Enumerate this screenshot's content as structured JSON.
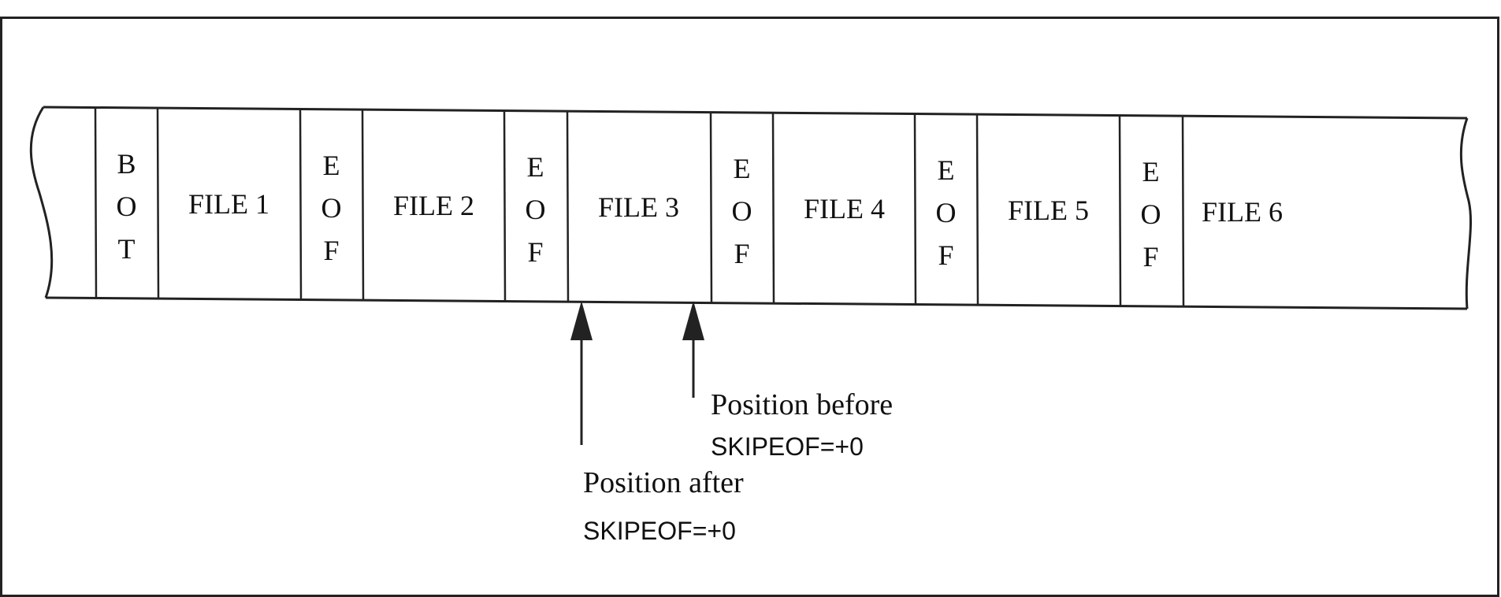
{
  "tape": {
    "cells": [
      {
        "kind": "mark",
        "lines": [
          "B",
          "O",
          "T"
        ]
      },
      {
        "kind": "file",
        "label": "FILE 1"
      },
      {
        "kind": "mark",
        "lines": [
          "E",
          "O",
          "F"
        ]
      },
      {
        "kind": "file",
        "label": "FILE 2"
      },
      {
        "kind": "mark",
        "lines": [
          "E",
          "O",
          "F"
        ]
      },
      {
        "kind": "file",
        "label": "FILE 3"
      },
      {
        "kind": "mark",
        "lines": [
          "E",
          "O",
          "F"
        ]
      },
      {
        "kind": "file",
        "label": "FILE 4"
      },
      {
        "kind": "mark",
        "lines": [
          "E",
          "O",
          "F"
        ]
      },
      {
        "kind": "file",
        "label": "FILE 5"
      },
      {
        "kind": "mark",
        "lines": [
          "E",
          "O",
          "F"
        ]
      },
      {
        "kind": "file",
        "label": "FILE 6"
      }
    ]
  },
  "annotations": {
    "before": {
      "line1": "Position before",
      "line2": "SKIPEOF=+0"
    },
    "after": {
      "line1": "Position after",
      "line2": "SKIPEOF=+0"
    }
  }
}
